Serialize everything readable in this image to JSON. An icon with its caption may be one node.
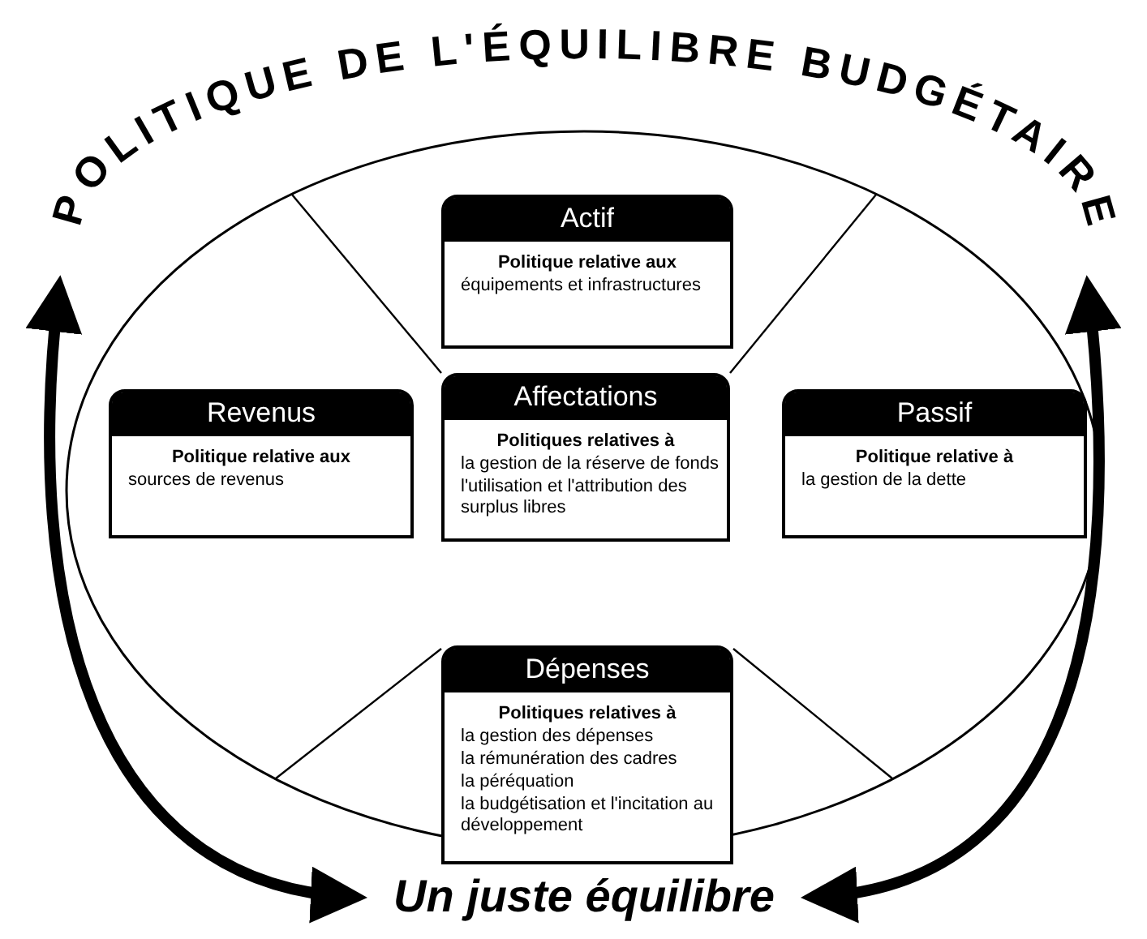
{
  "diagram": {
    "nodes": [
      {
        "text": [
          "POLITIQUE DE L'ÉQUILIBRE BUDGÉTAIRE"
        ]
      },
      {
        "text": [],
        "shape": "ellipse"
      },
      {
        "text": [
          "Actif",
          "Politique relative aux",
          "équipements et infrastructures"
        ],
        "in": 1
      },
      {
        "text": [
          "Revenus",
          "Politique relative aux",
          "sources de revenus"
        ],
        "in": 1
      },
      {
        "text": [
          "Affectations",
          "Politiques relatives à",
          "la gestion de la réserve de fonds",
          "l'utilisation et l'attribution des surplus libres"
        ],
        "in": 1
      },
      {
        "text": [
          "Passif",
          "Politique relative à",
          "la gestion de la dette"
        ],
        "in": 1
      },
      {
        "text": [
          "Dépenses",
          "Politiques relatives à",
          "la gestion des dépenses",
          "la rémunération des cadres",
          "la péréquation",
          "la budgétisation et l'incitation au développement"
        ],
        "in": 1
      },
      {
        "text": [
          "Un juste équilibre"
        ]
      }
    ],
    "edges": [
      {
        "from": 7,
        "to": 0,
        "arrow": "both"
      },
      {
        "from": 7,
        "to": 0,
        "arrow": "both"
      }
    ]
  }
}
